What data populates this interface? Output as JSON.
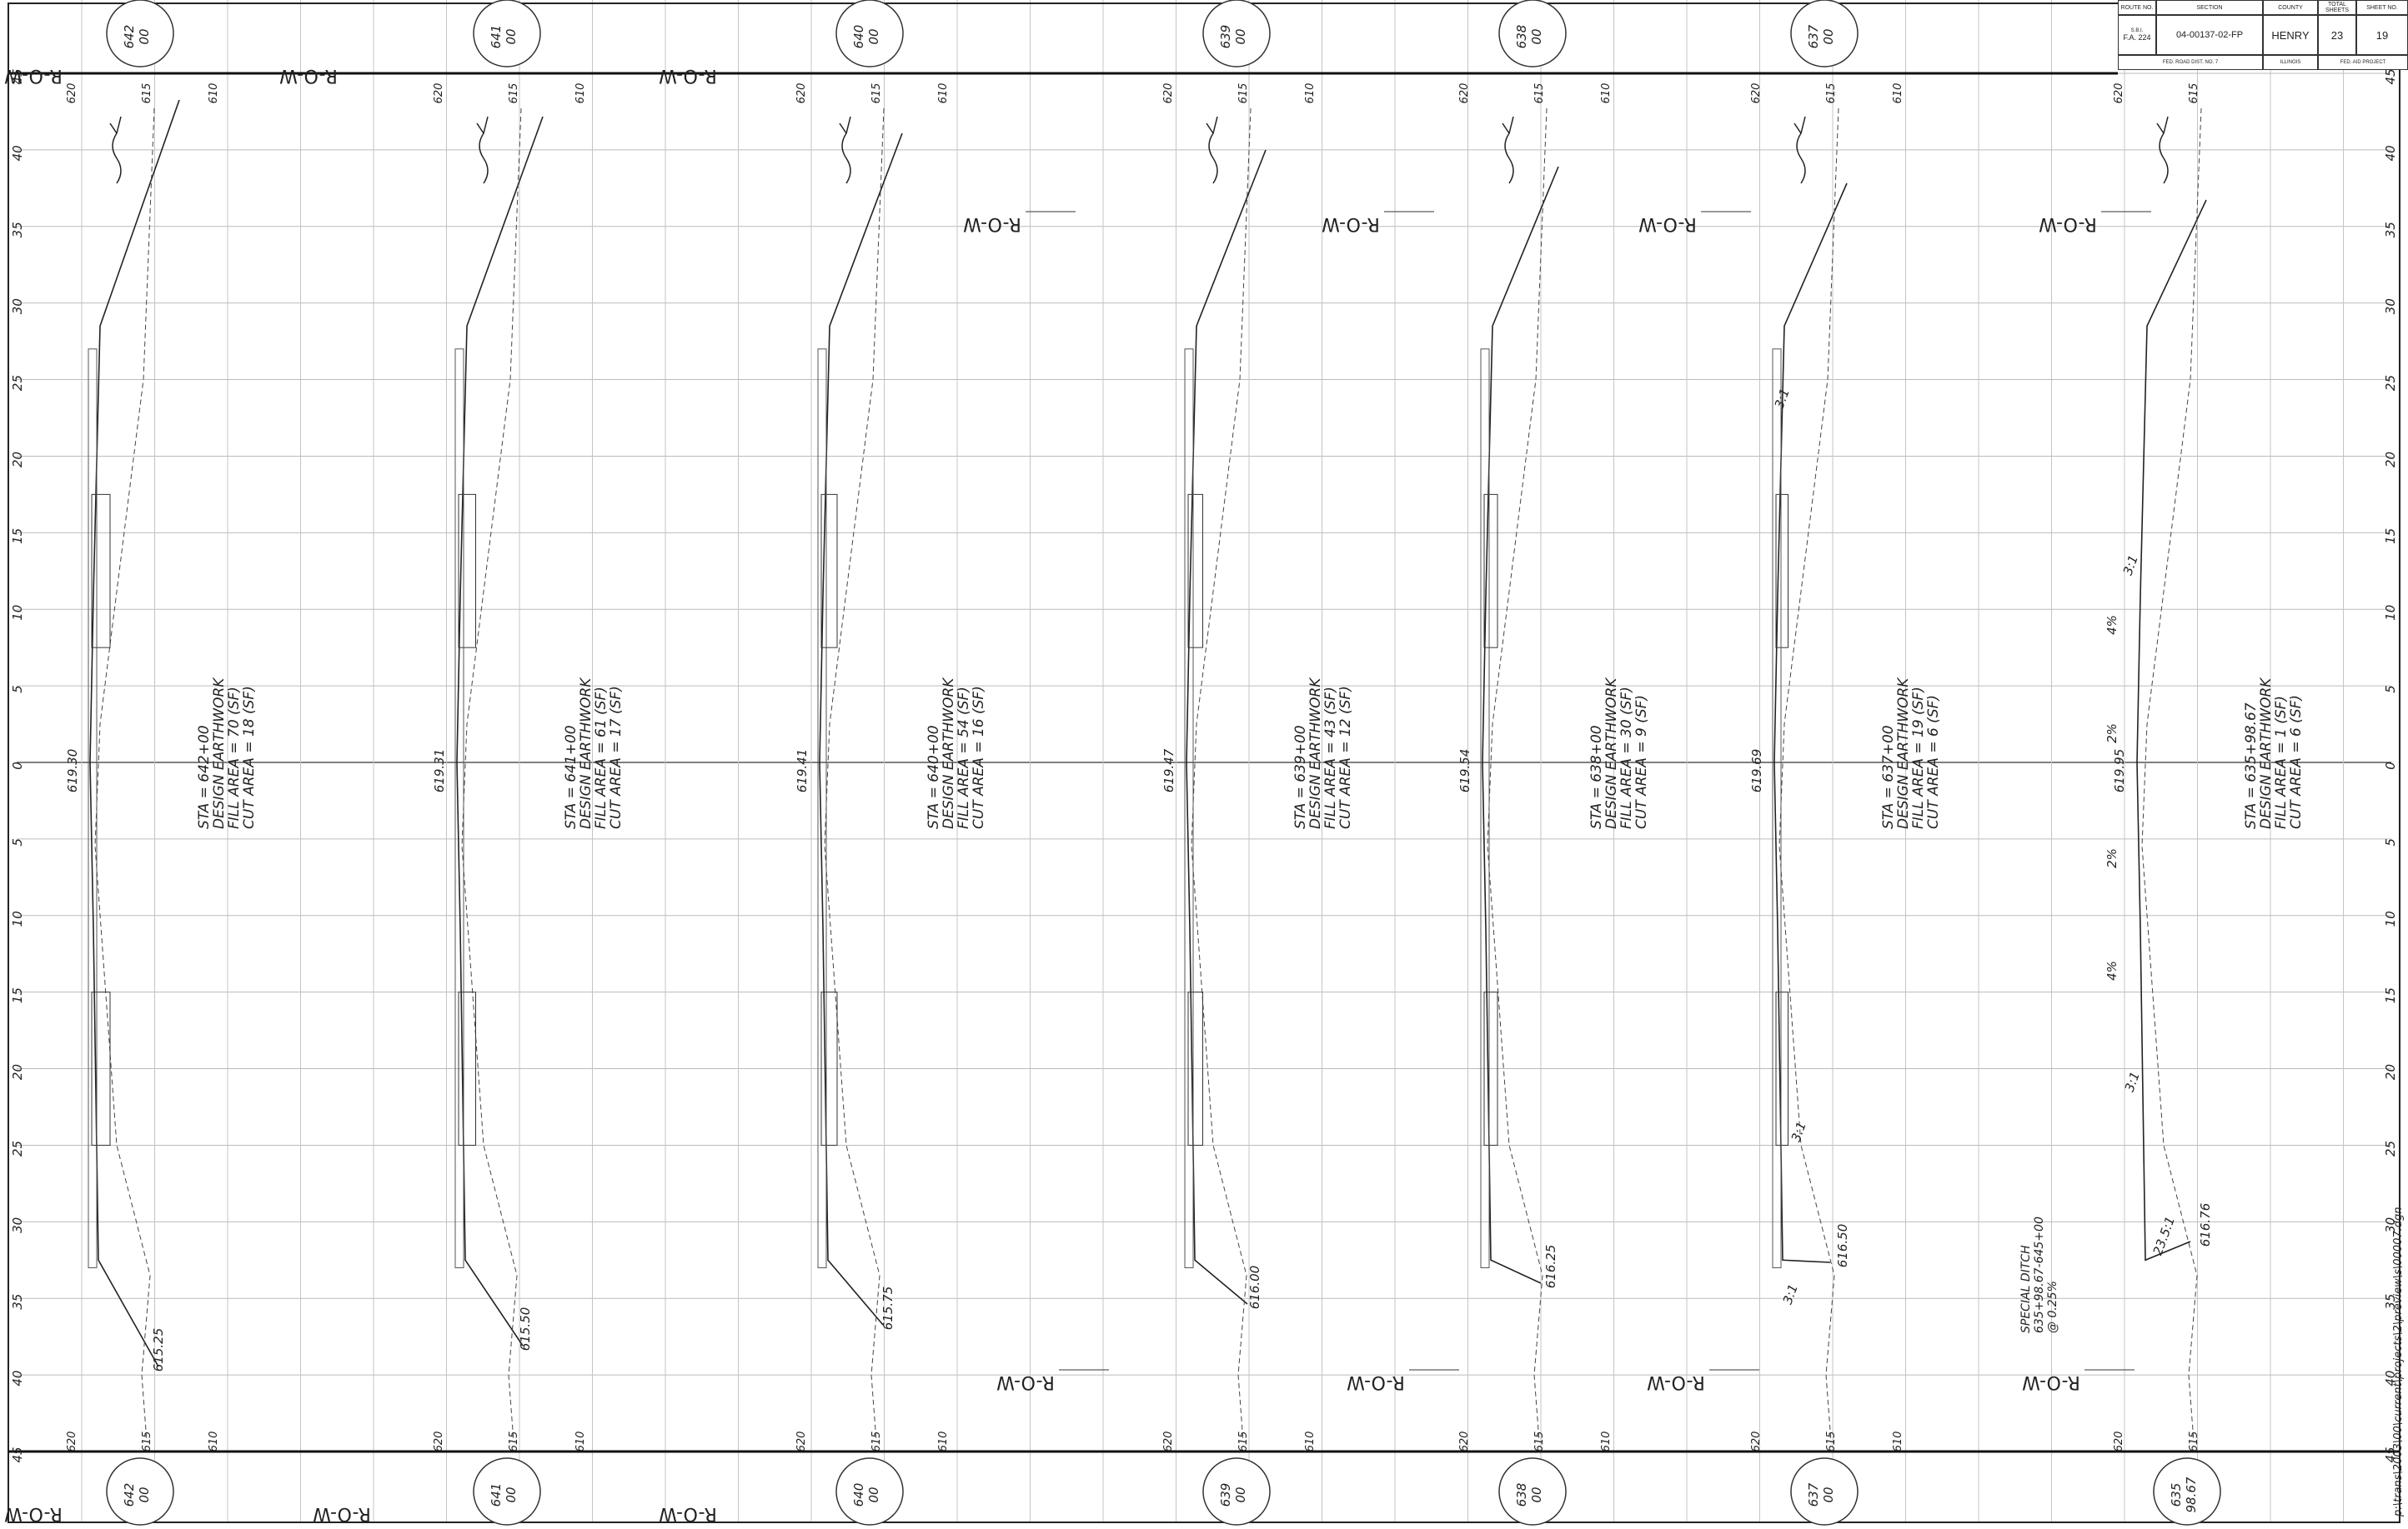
{
  "title_block": {
    "route_label": "ROUTE NO.",
    "section_label": "SECTION",
    "county_label": "COUNTY",
    "total_sheets_label": "TOTAL SHEETS",
    "sheet_no_label": "SHEET NO.",
    "route_value_top": "S.B.I.",
    "route_value_bottom": "F.A. 224",
    "section_value": "04-00137-02-FP",
    "county_value": "HENRY",
    "total_sheets_value": "23",
    "sheet_no_value": "19",
    "fed_road_dist": "FED. ROAD DIST. NO. 7",
    "state": "ILLINOIS",
    "fed_aid_project": "FED. AID PROJECT"
  },
  "offset_labels": [
    "45",
    "40",
    "35",
    "30",
    "25",
    "20",
    "15",
    "10",
    "5",
    "0",
    "5",
    "10",
    "15",
    "20",
    "25",
    "30",
    "35",
    "40",
    "45"
  ],
  "row_labels": {
    "top": "R-O-W",
    "bottom": "R-O-W",
    "inner": "R-O-W"
  },
  "sections": [
    {
      "station_circle": [
        "642",
        "00"
      ],
      "elev_labels": [
        "620",
        "615",
        "610"
      ],
      "centerline_elev": "619.30",
      "toe_elev": "615.25",
      "notes": [
        "STA = 642+00",
        "DESIGN EARTHWORK",
        "FILL AREA = 70 (SF)",
        "CUT AREA = 18 (SF)"
      ]
    },
    {
      "station_circle": [
        "641",
        "00"
      ],
      "elev_labels": [
        "620",
        "615",
        "610"
      ],
      "centerline_elev": "619.31",
      "toe_elev": "615.50",
      "notes": [
        "STA = 641+00",
        "DESIGN EARTHWORK",
        "FILL AREA = 61 (SF)",
        "CUT AREA = 17 (SF)"
      ]
    },
    {
      "station_circle": [
        "640",
        "00"
      ],
      "elev_labels": [
        "620",
        "615",
        "610"
      ],
      "centerline_elev": "619.41",
      "toe_elev": "615.75",
      "notes": [
        "STA = 640+00",
        "DESIGN EARTHWORK",
        "FILL AREA = 54 (SF)",
        "CUT AREA = 16 (SF)"
      ]
    },
    {
      "station_circle": [
        "639",
        "00"
      ],
      "elev_labels": [
        "620",
        "615",
        "610"
      ],
      "centerline_elev": "619.47",
      "toe_elev": "616.00",
      "notes": [
        "STA = 639+00",
        "DESIGN EARTHWORK",
        "FILL AREA = 43 (SF)",
        "CUT AREA = 12 (SF)"
      ]
    },
    {
      "station_circle": [
        "638",
        "00"
      ],
      "elev_labels": [
        "620",
        "615",
        "610"
      ],
      "centerline_elev": "619.54",
      "toe_elev": "616.25",
      "notes": [
        "STA = 638+00",
        "DESIGN EARTHWORK",
        "FILL AREA = 30 (SF)",
        "CUT AREA = 9 (SF)"
      ]
    },
    {
      "station_circle": [
        "637",
        "00"
      ],
      "elev_labels": [
        "620",
        "615",
        "610"
      ],
      "centerline_elev": "619.69",
      "toe_elev": "616.50",
      "notes": [
        "STA = 637+00",
        "DESIGN EARTHWORK",
        "FILL AREA = 19 (SF)",
        "CUT AREA = 6 (SF)"
      ]
    },
    {
      "station_circle": [
        "635",
        "98.67"
      ],
      "elev_labels": [
        "620",
        "615"
      ],
      "centerline_elev": "619.95",
      "toe_elev": "616.76",
      "notes": [
        "STA = 635+98.67",
        "DESIGN EARTHWORK",
        "FILL AREA = 1 (SF)",
        "CUT AREA = 6 (SF)"
      ]
    }
  ],
  "slope_labels": [
    "3:1",
    "3:1",
    "3:1",
    "3:1",
    "3:1",
    "23.5:1"
  ],
  "cross_slope_labels": [
    "4%",
    "2%",
    "2%",
    "4%"
  ],
  "special_ditch": [
    "SPECIAL DITCH",
    "635+98.67-645+00",
    "@ 0.25%"
  ],
  "file_path": "p:\\trans\\2003\\00\\current\\projects\\2\\preview\\s\\00007.dgn"
}
